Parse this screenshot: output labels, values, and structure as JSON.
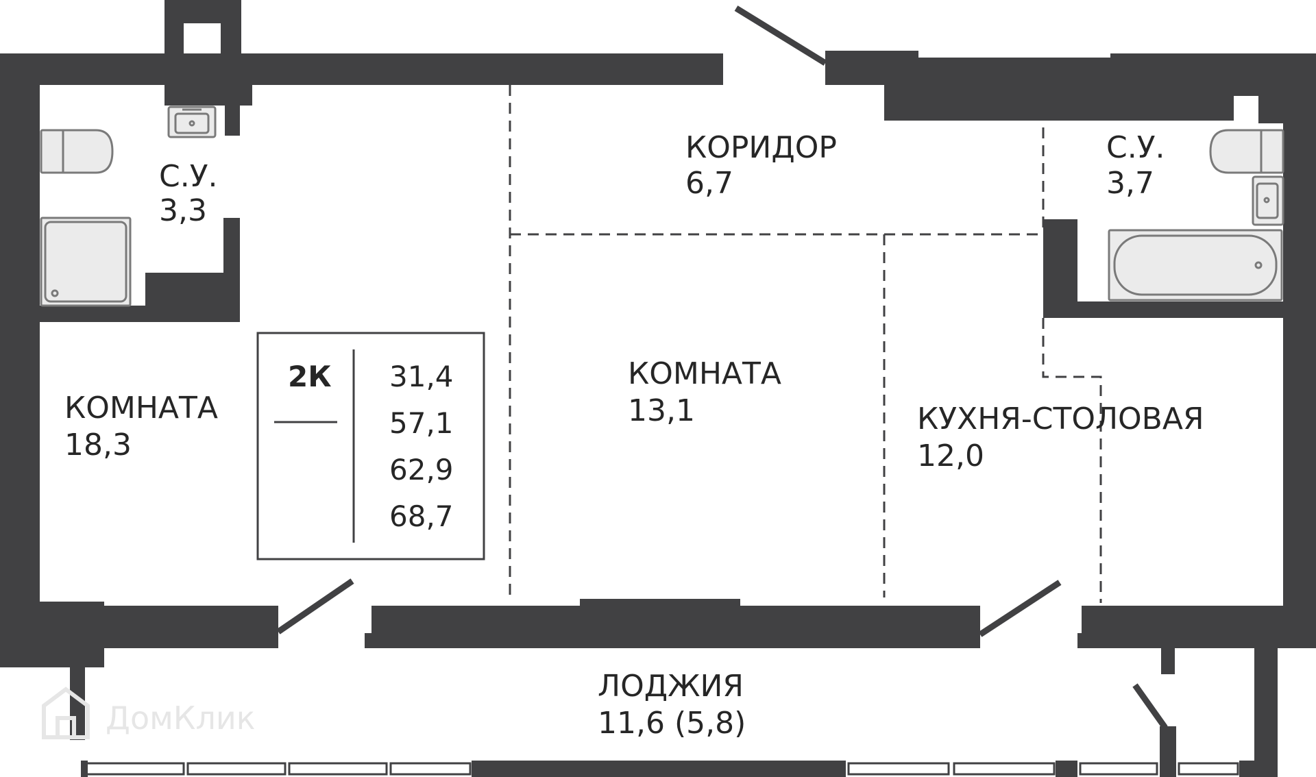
{
  "colors": {
    "wall": "#414143",
    "fixture_fill": "#ebebeb",
    "fixture_stroke": "#7a7a7a",
    "dash": "#414143",
    "watermark": "#e6e6e6"
  },
  "rooms": {
    "bathroom_left": {
      "name": "С.У.",
      "area": "3,3"
    },
    "corridor": {
      "name": "КОРИДОР",
      "area": "6,7"
    },
    "bathroom_right": {
      "name": "С.У.",
      "area": "3,7"
    },
    "room_left": {
      "name": "КОМНАТА",
      "area": "18,3"
    },
    "room_center": {
      "name": "КОМНАТА",
      "area": "13,1"
    },
    "kitchen": {
      "name": "КУХНЯ-СТОЛОВАЯ",
      "area": "12,0"
    },
    "loggia": {
      "name": "ЛОДЖИЯ",
      "area": "11,6 (5,8)"
    }
  },
  "info_box": {
    "type": "2К",
    "values": [
      "31,4",
      "57,1",
      "62,9",
      "68,7"
    ]
  },
  "watermark": {
    "text": "ДомКлик",
    "icon": "house-logo-icon"
  }
}
